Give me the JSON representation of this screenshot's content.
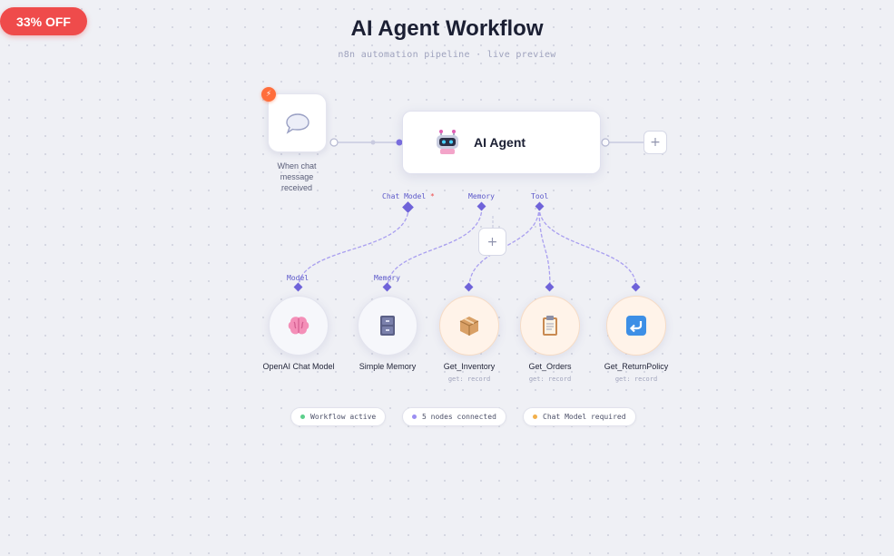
{
  "promo": {
    "label": "33% OFF"
  },
  "header": {
    "title": "AI Agent Workflow",
    "subtitle": "n8n automation pipeline · live preview"
  },
  "trigger": {
    "label": "When chat message received",
    "badge": "⚡"
  },
  "agent": {
    "label": "AI Agent"
  },
  "ports": {
    "chat_model": "Chat Model",
    "chat_model_required": "*",
    "memory": "Memory",
    "tool": "Tool"
  },
  "nodes": [
    {
      "label": "OpenAI Chat Model",
      "port": "Model",
      "kind": "model",
      "icon": "brain-icon"
    },
    {
      "label": "Simple Memory",
      "port": "Memory",
      "kind": "model",
      "icon": "cabinet-icon"
    },
    {
      "label": "Get_Inventory",
      "sub": "get: record",
      "kind": "tool",
      "icon": "package-icon"
    },
    {
      "label": "Get_Orders",
      "sub": "get: record",
      "kind": "tool",
      "icon": "clipboard-icon"
    },
    {
      "label": "Get_ReturnPolicy",
      "sub": "get: record",
      "kind": "tool",
      "icon": "return-arrow-icon"
    }
  ],
  "status": [
    {
      "label": "Workflow active",
      "color": "#5ccf8a"
    },
    {
      "label": "5 nodes connected",
      "color": "#9b8ef2"
    },
    {
      "label": "Chat Model required",
      "color": "#f2b04c"
    }
  ],
  "colors": {
    "accent": "#7b6fe0",
    "wire": "#a99ff0",
    "promo": "#ef4b4b",
    "trigger_badge": "#ff6d3b"
  }
}
